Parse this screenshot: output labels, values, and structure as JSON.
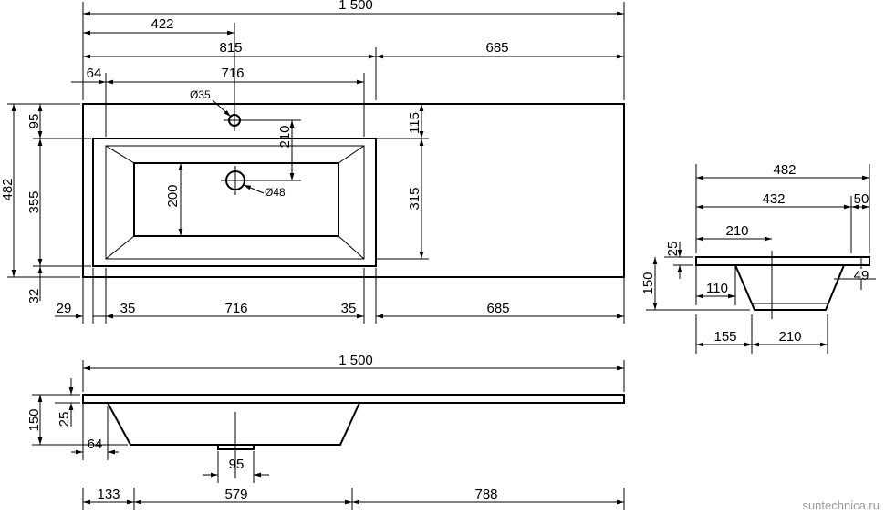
{
  "watermark": "suntechnica.ru",
  "top_view": {
    "overall_width": "1 500",
    "faucet_offset": "422",
    "bowl_center": "815",
    "right_remainder": "685",
    "bowl_left_margin": "64",
    "bowl_outer_width": "716",
    "depth_total": "482",
    "depth_front": "95",
    "depth_bowl": "355",
    "depth_back": "32",
    "faucet_hole_dia": "Ø35",
    "faucet_to_drain": "210",
    "drain_dia": "Ø48",
    "bowl_inner_depth": "200",
    "edge_offset": "115",
    "bowl_outer_depth": "315",
    "bottom_29": "29",
    "bottom_35_left": "35",
    "bottom_716": "716",
    "bottom_35_right": "35",
    "bottom_685": "685"
  },
  "front_view": {
    "overall_width": "1 500",
    "height_total": "150",
    "slab_thickness": "25",
    "bowl_inset": "64",
    "drain_width": "95",
    "left_133": "133",
    "mid_579": "579",
    "right_788": "788"
  },
  "side_view": {
    "total_depth": "482",
    "bowl_span": "432",
    "back_lip": "50",
    "bowl_to_drain": "210",
    "thickness": "25",
    "height_total": "150",
    "slope_horizontal": "110",
    "rim_back_vertical": "49",
    "bottom_front": "155",
    "bottom_span": "210"
  }
}
